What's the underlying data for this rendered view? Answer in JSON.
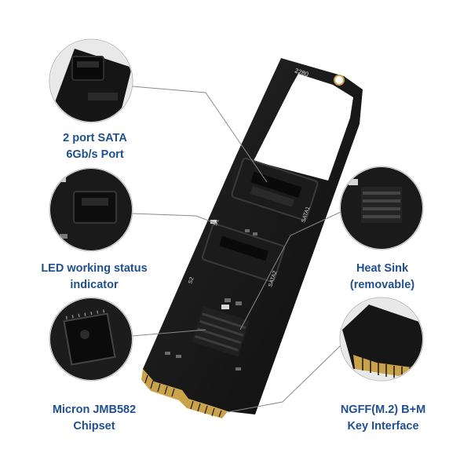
{
  "board": {
    "silkscreen_length": "2280",
    "silkscreen_port1": "SATA1",
    "silkscreen_port2": "SATA2",
    "silkscreen_s1": "S1",
    "silkscreen_s2": "S2"
  },
  "callouts": {
    "sata_port": {
      "line1": "2 port SATA",
      "line2": "6Gb/s Port"
    },
    "led_indicator": {
      "line1": "LED working status",
      "line2": "indicator"
    },
    "chipset": {
      "line1": "Micron JMB582",
      "line2": "Chipset"
    },
    "heat_sink": {
      "line1": "Heat Sink",
      "line2": "(removable)"
    },
    "key_interface": {
      "line1": "NGFF(M.2) B+M",
      "line2": "Key Interface"
    }
  },
  "colors": {
    "label_text": "#1f4f8f",
    "pcb": "#141414",
    "gold": "#c9a24a",
    "leader_line": "#8a8a8a"
  }
}
